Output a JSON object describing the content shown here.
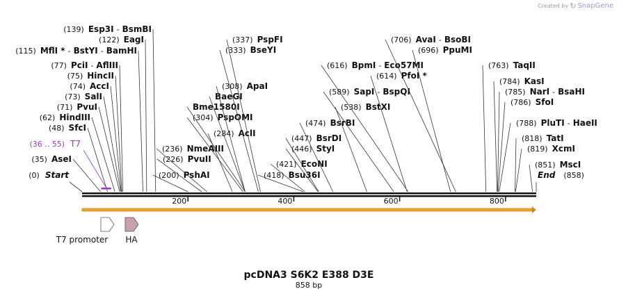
{
  "branding": {
    "created_by": "Created by",
    "logo_icon": "snapgene-logo-icon",
    "name": "SnapGene"
  },
  "title": "pcDNA3 S6K2 E388 D3E",
  "length_label": "858 bp",
  "sequence_length": 858,
  "ruler_ticks": [
    200,
    400,
    600,
    800
  ],
  "start_label": {
    "pos": "(0)",
    "name": "Start"
  },
  "end_label": {
    "pos": "(858)",
    "name": "End"
  },
  "primer": {
    "pos": "(36 .. 55)",
    "name": "T7",
    "start": 36,
    "end": 55,
    "color": "#9933cc"
  },
  "orf_color": "#f5a623",
  "features": [
    {
      "name": "T7 promoter",
      "start": 36,
      "end": 55,
      "fill": "#ffffff",
      "stroke": "#555555",
      "icon": "arrow-right-icon"
    },
    {
      "name": "HA",
      "start": 82,
      "end": 108,
      "fill": "#c9a0b0",
      "stroke": "#555555",
      "icon": "arrow-right-icon"
    }
  ],
  "sites": [
    {
      "pos": "(35)",
      "names": [
        "AseI"
      ],
      "bp": 35
    },
    {
      "pos": "(48)",
      "names": [
        "SfcI"
      ],
      "bp": 48
    },
    {
      "pos": "(62)",
      "names": [
        "HindIII"
      ],
      "bp": 62
    },
    {
      "pos": "(71)",
      "names": [
        "PvuI"
      ],
      "bp": 71
    },
    {
      "pos": "(73)",
      "names": [
        "SalI"
      ],
      "bp": 73
    },
    {
      "pos": "(74)",
      "names": [
        "AccI"
      ],
      "bp": 74
    },
    {
      "pos": "(75)",
      "names": [
        "HincII"
      ],
      "bp": 75
    },
    {
      "pos": "(77)",
      "names": [
        "PciI",
        "AflIII"
      ],
      "bp": 77
    },
    {
      "pos": "(115)",
      "names": [
        "MflI *",
        "BstYI",
        "BamHI"
      ],
      "bp": 115
    },
    {
      "pos": "(122)",
      "names": [
        "EagI"
      ],
      "bp": 122
    },
    {
      "pos": "(139)",
      "names": [
        "Esp3I",
        "BsmBI"
      ],
      "bp": 139
    },
    {
      "pos": "(200)",
      "names": [
        "PshAI"
      ],
      "bp": 200
    },
    {
      "pos": "(226)",
      "names": [
        "PvuII"
      ],
      "bp": 226
    },
    {
      "pos": "(236)",
      "names": [
        "NmeAIII"
      ],
      "bp": 236
    },
    {
      "pos": "(284)",
      "names": [
        "AclI"
      ],
      "bp": 284
    },
    {
      "pos": "(304)",
      "names": [
        "PspOMI"
      ],
      "bp": 304
    },
    {
      "pos": "",
      "names": [
        "Bme1580I"
      ],
      "bp": 308
    },
    {
      "pos": "",
      "names": [
        "BaeGI"
      ],
      "bp": 308
    },
    {
      "pos": "(308)",
      "names": [
        "ApaI"
      ],
      "bp": 308
    },
    {
      "pos": "(333)",
      "names": [
        "BseYI"
      ],
      "bp": 333
    },
    {
      "pos": "(337)",
      "names": [
        "PspFI"
      ],
      "bp": 337
    },
    {
      "pos": "(418)",
      "names": [
        "Bsu36I"
      ],
      "bp": 418
    },
    {
      "pos": "(421)",
      "names": [
        "EcoNI"
      ],
      "bp": 421
    },
    {
      "pos": "(446)",
      "names": [
        "StyI"
      ],
      "bp": 446
    },
    {
      "pos": "(447)",
      "names": [
        "BsrDI"
      ],
      "bp": 447
    },
    {
      "pos": "(474)",
      "names": [
        "BsrBI"
      ],
      "bp": 474
    },
    {
      "pos": "(538)",
      "names": [
        "BstXI"
      ],
      "bp": 538
    },
    {
      "pos": "(589)",
      "names": [
        "SapI",
        "BspQI"
      ],
      "bp": 589
    },
    {
      "pos": "(614)",
      "names": [
        "PfoI *"
      ],
      "bp": 614
    },
    {
      "pos": "(616)",
      "names": [
        "BpmI",
        "Eco57MI"
      ],
      "bp": 616
    },
    {
      "pos": "(696)",
      "names": [
        "PpuMI"
      ],
      "bp": 696
    },
    {
      "pos": "(706)",
      "names": [
        "AvaI",
        "BsoBI"
      ],
      "bp": 706
    },
    {
      "pos": "(763)",
      "names": [
        "TaqII"
      ],
      "bp": 763
    },
    {
      "pos": "(784)",
      "names": [
        "KasI"
      ],
      "bp": 784
    },
    {
      "pos": "(785)",
      "names": [
        "NarI",
        "BsaHI"
      ],
      "bp": 785
    },
    {
      "pos": "(786)",
      "names": [
        "SfoI"
      ],
      "bp": 786
    },
    {
      "pos": "(788)",
      "names": [
        "PluTI",
        "HaeII"
      ],
      "bp": 788
    },
    {
      "pos": "(818)",
      "names": [
        "TatI"
      ],
      "bp": 818
    },
    {
      "pos": "(819)",
      "names": [
        "XcmI"
      ],
      "bp": 819
    },
    {
      "pos": "(851)",
      "names": [
        "MscI"
      ],
      "bp": 851
    }
  ]
}
